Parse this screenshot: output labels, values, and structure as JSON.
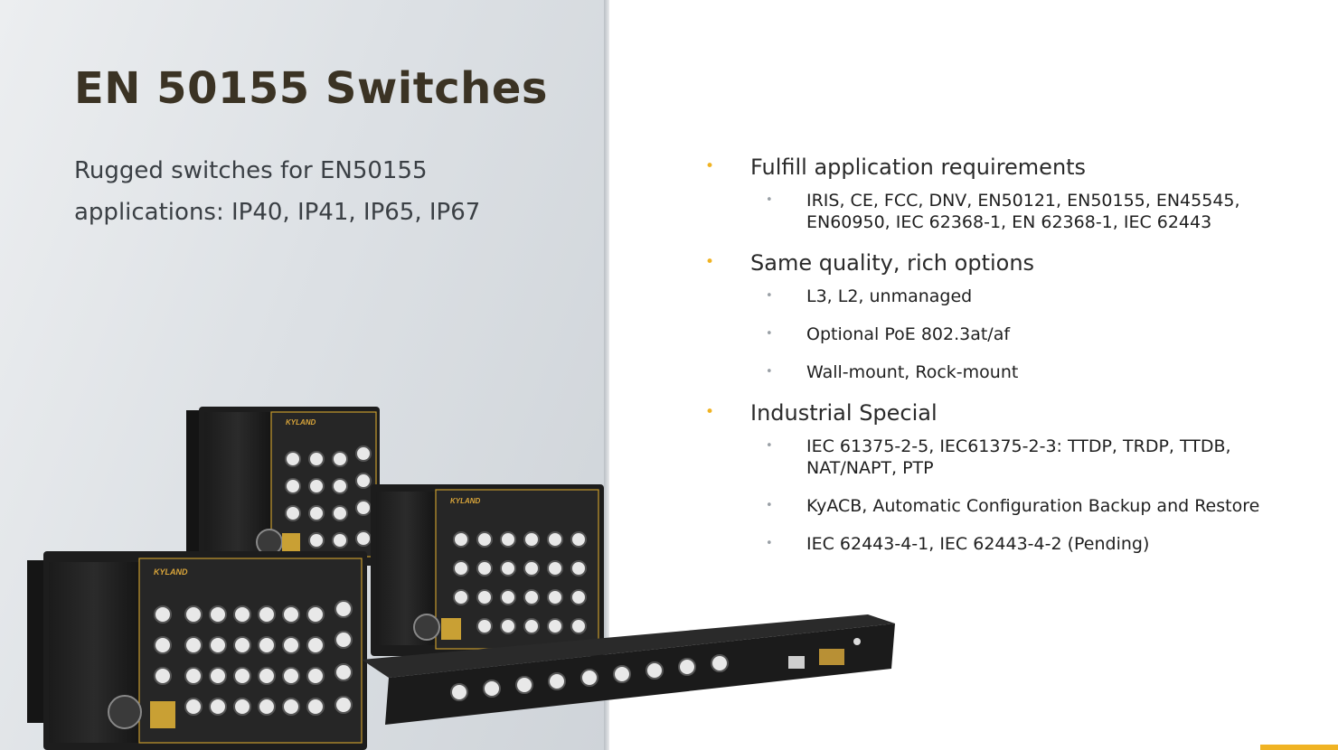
{
  "title": "EN 50155 Switches",
  "subtitle": "Rugged switches for EN50155 applications: IP40, IP41, IP65, IP67",
  "colors": {
    "accent": "#f0b323",
    "title": "#3b3324",
    "sub_bullet": "#9aa0a6"
  },
  "product_image": {
    "brand_mark": "KYLAND",
    "icon": "industrial-switch-icon"
  },
  "bullets": [
    {
      "label": "Fulfill application requirements",
      "items": [
        "IRIS, CE, FCC, DNV, EN50121, EN50155, EN45545, EN60950, IEC 62368-1, EN 62368-1, IEC 62443"
      ]
    },
    {
      "label": "Same quality, rich options",
      "items": [
        "L3, L2, unmanaged",
        "Optional PoE 802.3at/af",
        "Wall-mount, Rock-mount"
      ]
    },
    {
      "label": "Industrial Special",
      "items": [
        "IEC 61375-2-5, IEC61375-2-3: TTDP, TRDP, TTDB, NAT/NAPT, PTP",
        "KyACB, Automatic Configuration Backup and Restore",
        "IEC 62443-4-1, IEC 62443-4-2 (Pending)"
      ]
    }
  ]
}
